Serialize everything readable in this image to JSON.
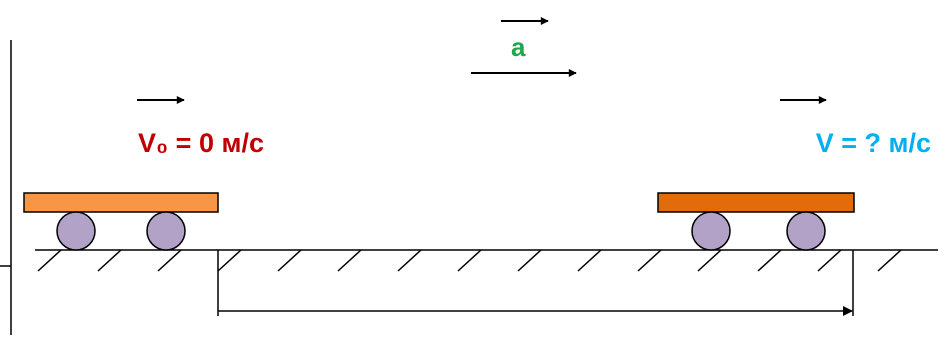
{
  "labels": {
    "acceleration": "a",
    "initial_velocity": "V₀ = 0 м/с",
    "final_velocity": "V = ? м/с"
  },
  "colors": {
    "acceleration": "#1fa64a",
    "initial_velocity": "#c00000",
    "final_velocity": "#00b0f0",
    "left_cart_body": "#f79646",
    "right_cart_body": "#e36c0a",
    "wheel": "#b3a2c7",
    "line": "#000000"
  },
  "icons": {
    "vector_arrow": "right-arrow",
    "ground": "hatched-ground",
    "cart": "cart-with-two-wheels"
  }
}
